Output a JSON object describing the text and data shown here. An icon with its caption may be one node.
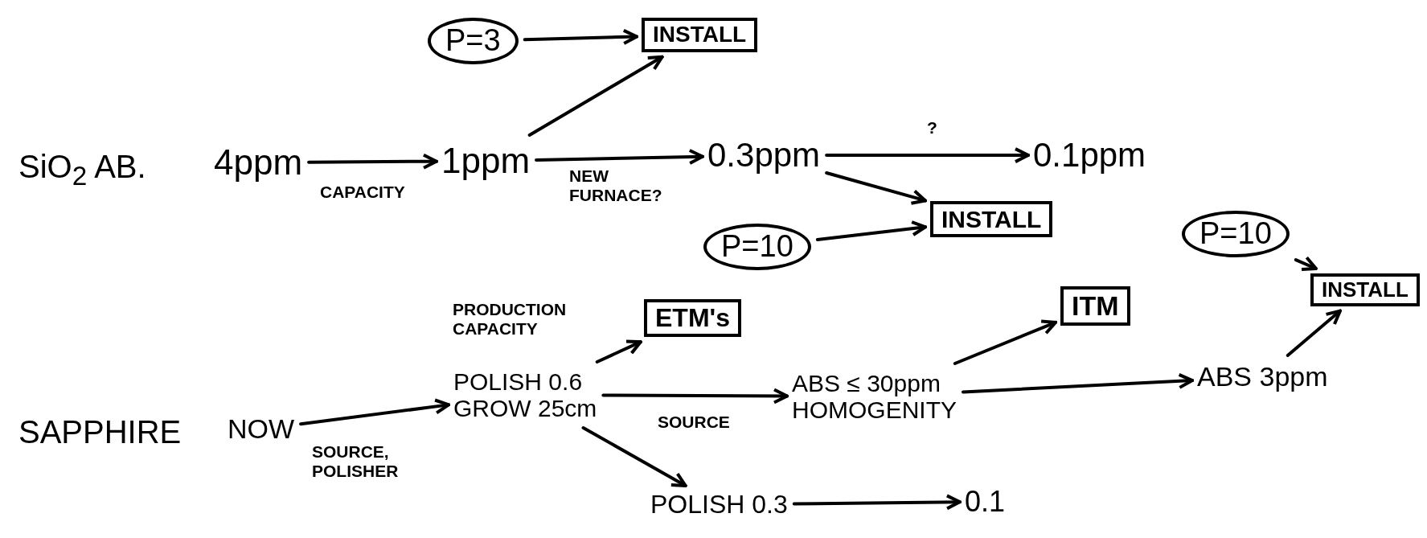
{
  "diagram": {
    "nodes": [
      {
        "text": [
          "4ppm"
        ]
      },
      {
        "text": [
          "1ppm"
        ]
      },
      {
        "text": [
          "0.3ppm"
        ]
      },
      {
        "text": [
          "0.1ppm"
        ]
      },
      {
        "text": [
          "P=3"
        ]
      },
      {
        "text": [
          "INSTALL"
        ]
      },
      {
        "text": [
          "P=10"
        ]
      },
      {
        "text": [
          "INSTALL"
        ]
      },
      {
        "text": [
          "NOW"
        ]
      },
      {
        "text": [
          "POLISH 0.6",
          "GROW 25cm"
        ]
      },
      {
        "text": [
          "ETM's"
        ]
      },
      {
        "text": [
          "ABS ≤ 30ppm",
          "HOMOGENITY"
        ]
      },
      {
        "text": [
          "ITM"
        ]
      },
      {
        "text": [
          "ABS 3ppm"
        ]
      },
      {
        "text": [
          "P=10"
        ]
      },
      {
        "text": [
          "INSTALL"
        ]
      },
      {
        "text": [
          "POLISH 0.3"
        ]
      },
      {
        "text": [
          "0.1"
        ]
      }
    ],
    "edges": [
      {
        "from": 0,
        "to": 1,
        "arrow": "to",
        "label": "CAPACITY"
      },
      {
        "from": 4,
        "to": 5,
        "arrow": "to"
      },
      {
        "from": 1,
        "to": 5,
        "arrow": "to"
      },
      {
        "from": 1,
        "to": 2,
        "arrow": "to",
        "label": "NEW FURNACE?"
      },
      {
        "from": 2,
        "to": 3,
        "arrow": "to",
        "label": "?"
      },
      {
        "from": 2,
        "to": 7,
        "arrow": "to"
      },
      {
        "from": 6,
        "to": 7,
        "arrow": "to"
      },
      {
        "from": 8,
        "to": 9,
        "arrow": "to",
        "label": "SOURCE, POLISHER"
      },
      {
        "from": 9,
        "to": 10,
        "arrow": "to",
        "label": "PRODUCTION CAPACITY"
      },
      {
        "from": 9,
        "to": 11,
        "arrow": "to",
        "label": "SOURCE"
      },
      {
        "from": 11,
        "to": 12,
        "arrow": "to"
      },
      {
        "from": 11,
        "to": 13,
        "arrow": "to"
      },
      {
        "from": 14,
        "to": 15,
        "arrow": "to"
      },
      {
        "from": 13,
        "to": 15,
        "arrow": "to"
      },
      {
        "from": 9,
        "to": 16,
        "arrow": "to"
      },
      {
        "from": 16,
        "to": 17,
        "arrow": "to"
      }
    ],
    "labels": [
      "SiO$_{2}$ AB.",
      "SAPPHIRE"
    ]
  }
}
